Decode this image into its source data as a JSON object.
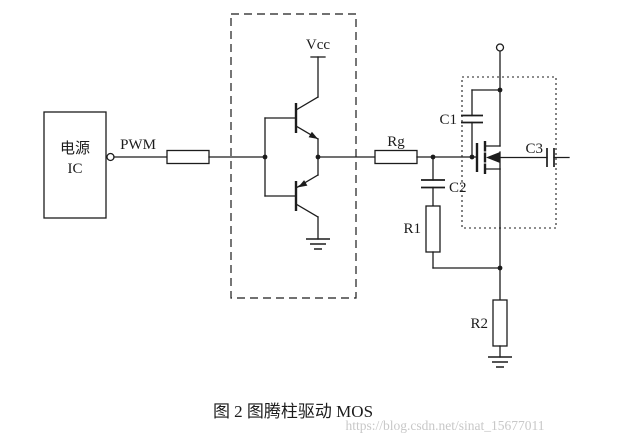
{
  "figure": {
    "caption": "图 2 图腾柱驱动 MOS",
    "watermark": "https://blog.csdn.net/sinat_15677011"
  },
  "labels": {
    "power_ic_line1": "电源",
    "power_ic_line2": "IC",
    "pwm": "PWM",
    "vcc": "Vcc",
    "rg": "Rg",
    "c1": "C1",
    "c2": "C2",
    "c3": "C3",
    "r1": "R1",
    "r2": "R2"
  },
  "colors": {
    "line": "#1c1c1c",
    "watermark": "#c8c8c8",
    "background": "#ffffff"
  }
}
